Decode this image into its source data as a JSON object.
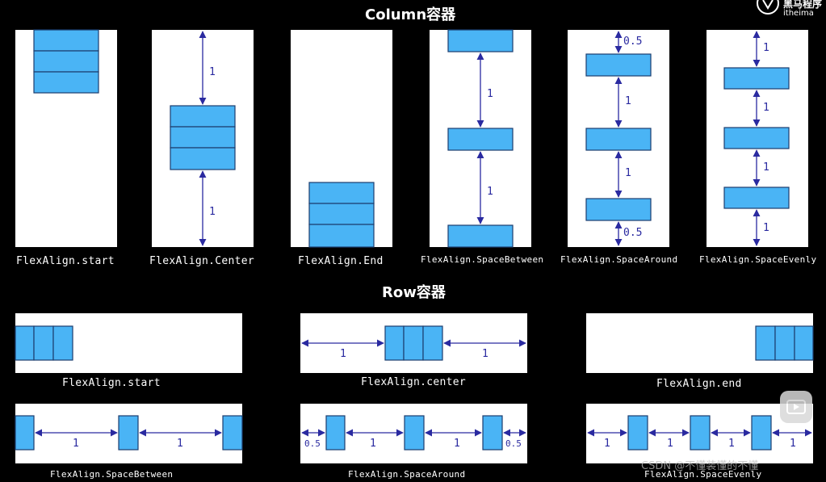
{
  "titles": {
    "column": "Column容器",
    "row": "Row容器"
  },
  "column_captions": [
    "FlexAlign.start",
    "FlexAlign.Center",
    "FlexAlign.End",
    "FlexAlign.SpaceBetween",
    "FlexAlign.SpaceAround",
    "FlexAlign.SpaceEvenly"
  ],
  "row_captions": [
    "FlexAlign.start",
    "FlexAlign.center",
    "FlexAlign.end",
    "FlexAlign.SpaceBetween",
    "FlexAlign.SpaceAround",
    "FlexAlign.SpaceEvenly"
  ],
  "gap_labels": {
    "one": "1",
    "half": "0.5"
  },
  "watermark": "CSDN @不懂装懂的不懂",
  "logo_text": "黑马程序",
  "logo_sub": "itheima",
  "colors": {
    "box": "#4ab4f5",
    "box_border": "#1c3d6e",
    "arrow": "#2a2aa0",
    "panel": "#ffffff",
    "background": "#000000"
  }
}
